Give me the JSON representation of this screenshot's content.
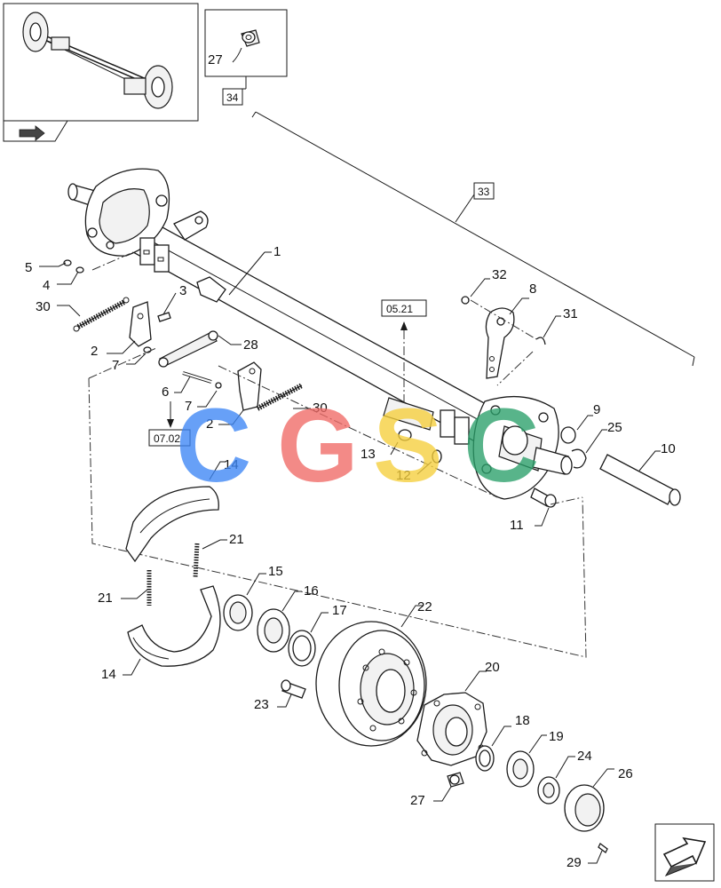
{
  "watermark": {
    "letters": [
      "C",
      "G",
      "S",
      "C"
    ],
    "colors": [
      "#3d86f5",
      "#f06a66",
      "#f6cf3c",
      "#2aa06a"
    ]
  },
  "references": {
    "ref_34": "34",
    "ref_33": "33",
    "ref_0521": "05.21",
    "ref_0702": "07.02"
  },
  "callouts": {
    "c1": "1",
    "c2a": "2",
    "c2b": "2",
    "c3": "3",
    "c4": "4",
    "c5": "5",
    "c6": "6",
    "c7a": "7",
    "c7b": "7",
    "c8": "8",
    "c9": "9",
    "c10": "10",
    "c11": "11",
    "c12": "12",
    "c13": "13",
    "c14a": "14",
    "c14b": "14",
    "c15": "15",
    "c16": "16",
    "c17": "17",
    "c18": "18",
    "c19": "19",
    "c20": "20",
    "c21a": "21",
    "c21b": "21",
    "c22": "22",
    "c23": "23",
    "c24": "24",
    "c25": "25",
    "c26": "26",
    "c27a": "27",
    "c27b": "27",
    "c28": "28",
    "c29": "29",
    "c30a": "30",
    "c30b": "30",
    "c31": "31",
    "c32": "32"
  },
  "icons": [
    "overview-thumbnail",
    "next-page-arrow-icon",
    "inset-arrow-icon"
  ]
}
